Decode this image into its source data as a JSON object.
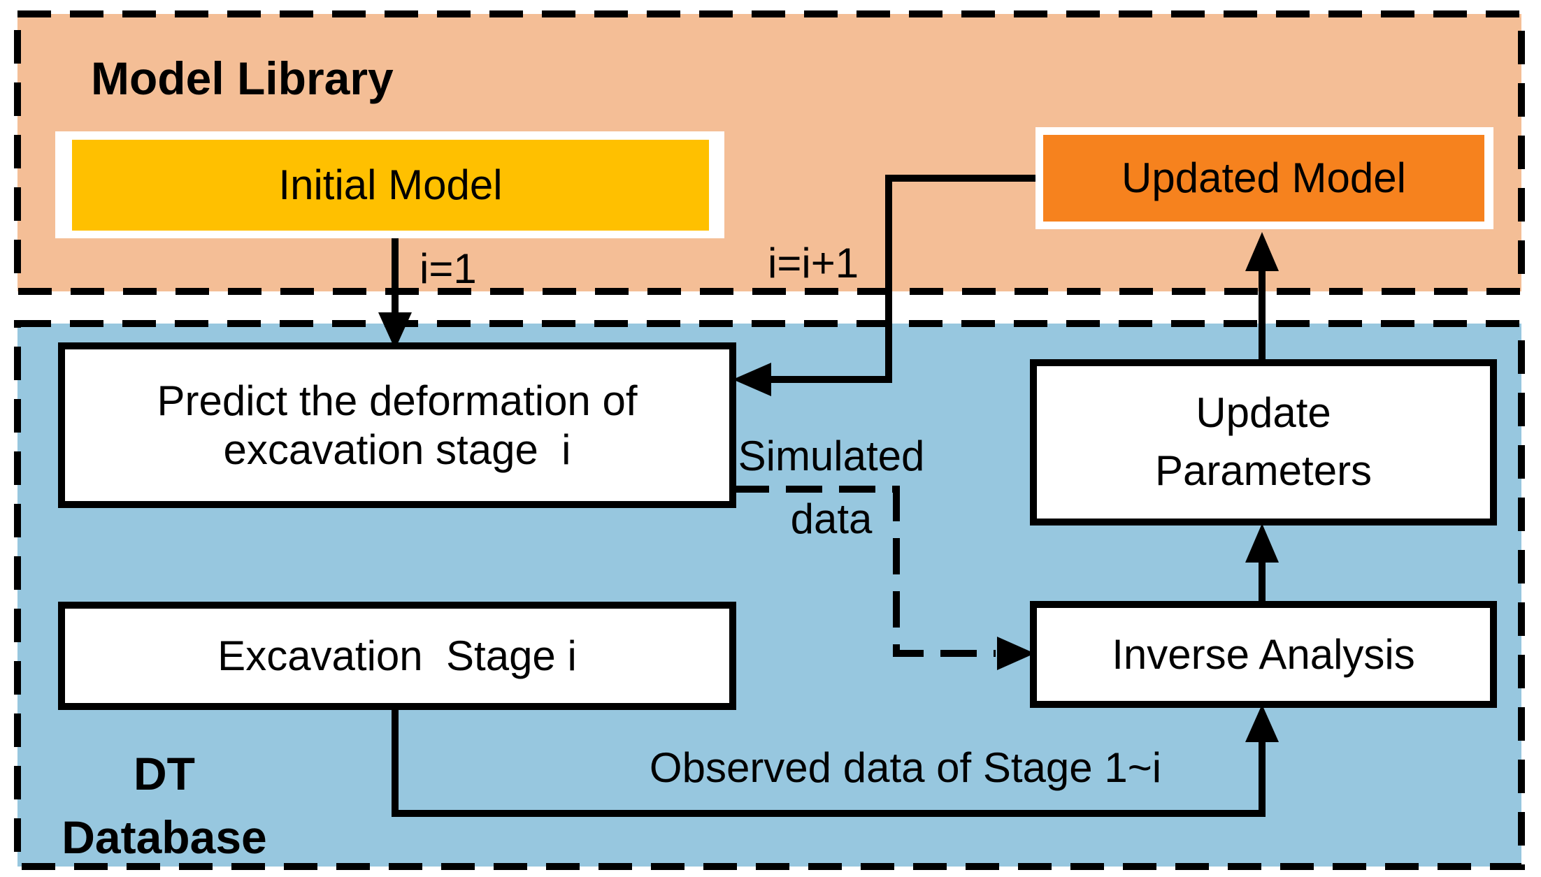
{
  "colors": {
    "model_library_bg": "#F4BE96",
    "dt_database_bg": "#97C7DF",
    "initial_model_fill": "#FFC000",
    "updated_model_fill": "#F6821E",
    "box_fill": "#FFFFFF",
    "line": "#000000"
  },
  "regions": {
    "model_library": {
      "title": "Model Library"
    },
    "dt_database": {
      "title_line1": "DT",
      "title_line2": "Database"
    }
  },
  "nodes": {
    "initial_model": {
      "label": "Initial Model"
    },
    "updated_model": {
      "label": "Updated Model"
    },
    "predict": {
      "label_line1": "Predict the deformation of",
      "label_line2": "excavation stage  i"
    },
    "excavation_stage": {
      "label": "Excavation  Stage i"
    },
    "update_parameters": {
      "label_line1": "Update",
      "label_line2": "Parameters"
    },
    "inverse_analysis": {
      "label": "Inverse Analysis"
    }
  },
  "edge_labels": {
    "i_equals_1": "i=1",
    "i_equals_i_plus_1": "i=i+1",
    "simulated_line1": "Simulated",
    "simulated_line2": "data",
    "observed": "Observed data of Stage 1~i"
  }
}
